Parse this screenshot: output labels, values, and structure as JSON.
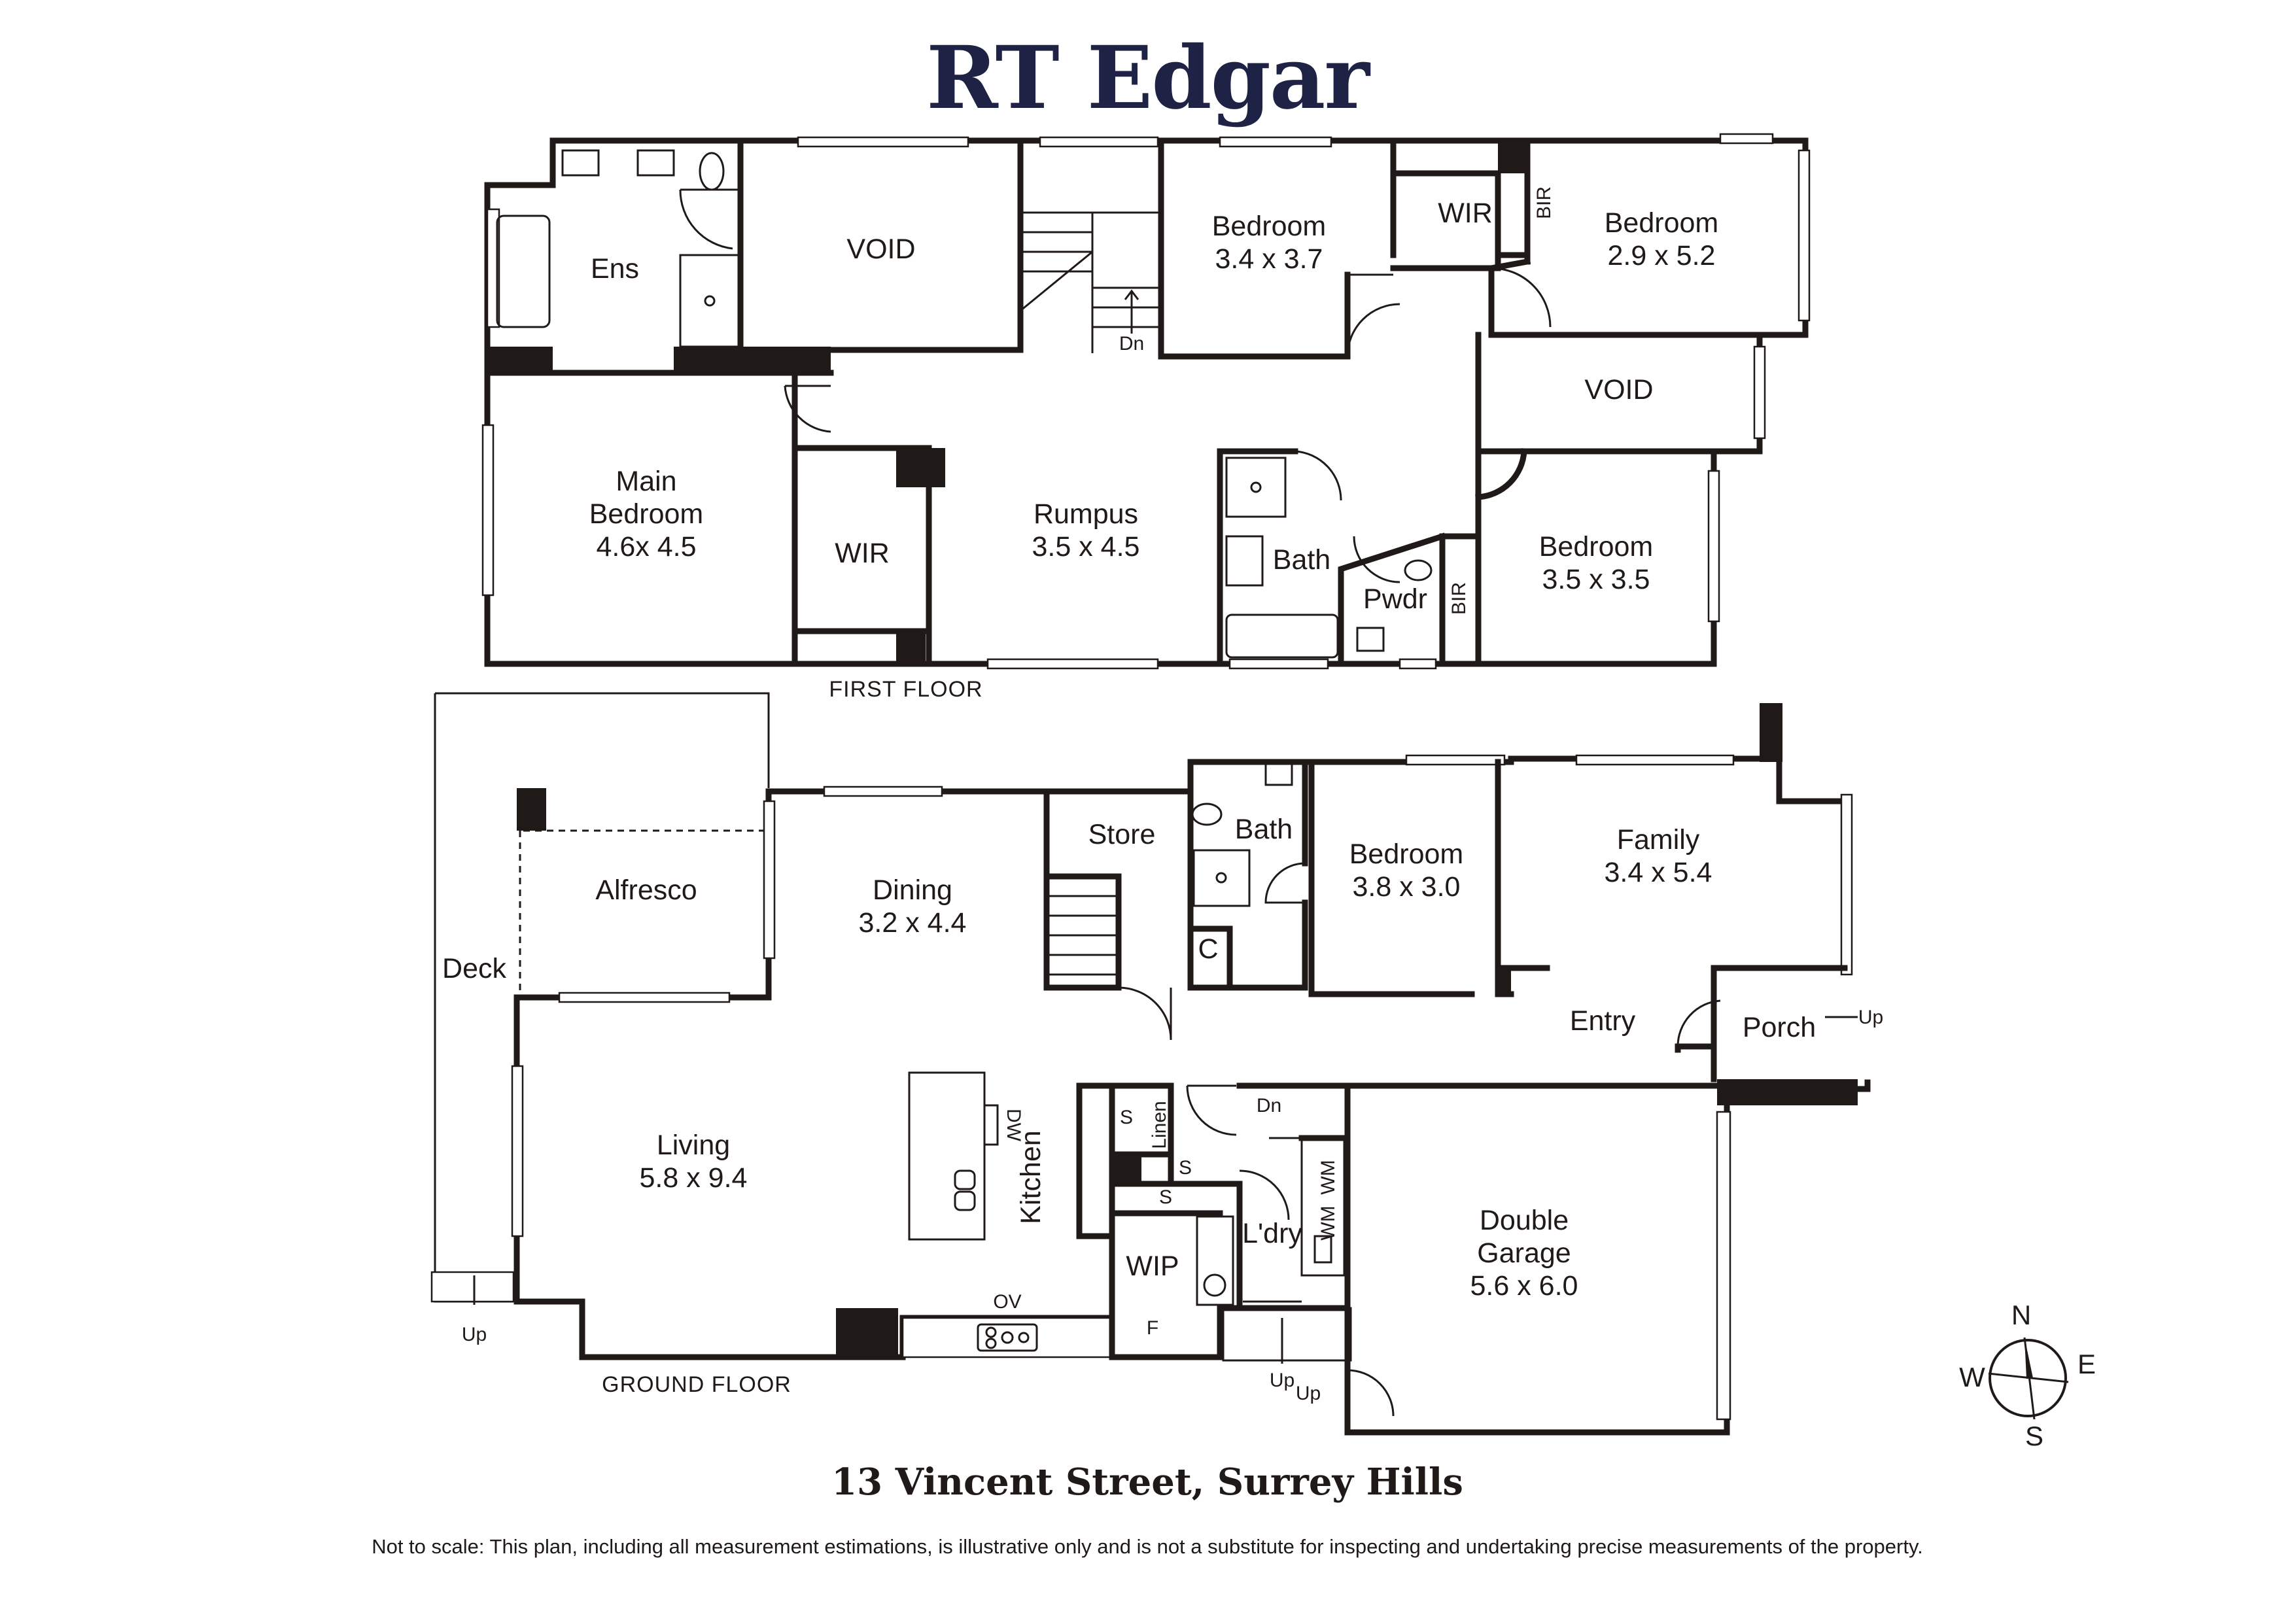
{
  "brand": "RT Edgar",
  "address": "13 Vincent Street, Surrey Hills",
  "disclaimer": "Not to scale: This plan, including all measurement estimations, is illustrative only and is not a substitute for inspecting and undertaking precise measurements of the property.",
  "floors": {
    "first": {
      "label": "FIRST FLOOR"
    },
    "ground": {
      "label": "GROUND FLOOR"
    }
  },
  "first_floor_rooms": {
    "ens": {
      "name": "Ens"
    },
    "void_left": {
      "name": "VOID"
    },
    "bedroom_a": {
      "name": "Bedroom",
      "size": "3.4 x 3.7"
    },
    "wir_top": {
      "name": "WIR"
    },
    "bir_top": {
      "name": "BIR"
    },
    "bedroom_b": {
      "name": "Bedroom",
      "size": "2.9 x 5.2"
    },
    "void_right": {
      "name": "VOID"
    },
    "main_bedroom": {
      "name1": "Main",
      "name2": "Bedroom",
      "size": "4.6x 4.5"
    },
    "wir_main": {
      "name": "WIR"
    },
    "rumpus": {
      "name": "Rumpus",
      "size": "3.5 x 4.5"
    },
    "bath": {
      "name": "Bath"
    },
    "pwdr": {
      "name": "Pwdr"
    },
    "bir_bottom": {
      "name": "BIR"
    },
    "bedroom_c": {
      "name": "Bedroom",
      "size": "3.5 x 3.5"
    },
    "stair_dn": {
      "name": "Dn"
    }
  },
  "ground_floor_rooms": {
    "deck": {
      "name": "Deck"
    },
    "alfresco": {
      "name": "Alfresco"
    },
    "dining": {
      "name": "Dining",
      "size": "3.2 x 4.4"
    },
    "store": {
      "name": "Store"
    },
    "bath": {
      "name": "Bath"
    },
    "c": {
      "name": "C"
    },
    "bedroom": {
      "name": "Bedroom",
      "size": "3.8 x 3.0"
    },
    "family": {
      "name": "Family",
      "size": "3.4 x 5.4"
    },
    "entry": {
      "name": "Entry"
    },
    "porch": {
      "name": "Porch"
    },
    "porch_up": {
      "name": "Up"
    },
    "living": {
      "name": "Living",
      "size": "5.8 x 9.4"
    },
    "kitchen": {
      "name": "Kitchen"
    },
    "dw": {
      "name": "DW"
    },
    "ov": {
      "name": "OV"
    },
    "s1": {
      "name": "S"
    },
    "s2": {
      "name": "S"
    },
    "s3": {
      "name": "S"
    },
    "linen": {
      "name": "Linen"
    },
    "dn": {
      "name": "Dn"
    },
    "wip": {
      "name": "WIP"
    },
    "f": {
      "name": "F"
    },
    "ldry": {
      "name": "L'dry"
    },
    "wm1": {
      "name": "WM"
    },
    "wm2": {
      "name": "WM"
    },
    "garage": {
      "name1": "Double",
      "name2": "Garage",
      "size": "5.6 x 6.0"
    },
    "up_deck": {
      "name": "Up"
    },
    "up_1": {
      "name": "Up"
    },
    "up_2": {
      "name": "Up"
    }
  },
  "compass": {
    "n": "N",
    "s": "S",
    "e": "E",
    "w": "W"
  },
  "colors": {
    "brand": "#1e2244",
    "ink": "#1f1a17",
    "background": "#ffffff"
  }
}
